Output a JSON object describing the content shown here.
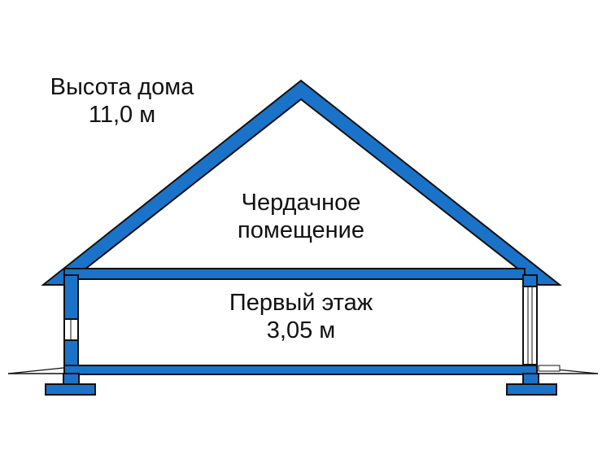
{
  "colors": {
    "structure_fill": "#1a73c8",
    "outline": "#111111",
    "background": "#ffffff"
  },
  "labels": {
    "house_height_title": "Высота дома",
    "house_height_value": "11,0 м",
    "attic_line1": "Чердачное",
    "attic_line2": "помещение",
    "floor_line1": "Первый этаж",
    "floor_height_value": "3,05 м"
  }
}
